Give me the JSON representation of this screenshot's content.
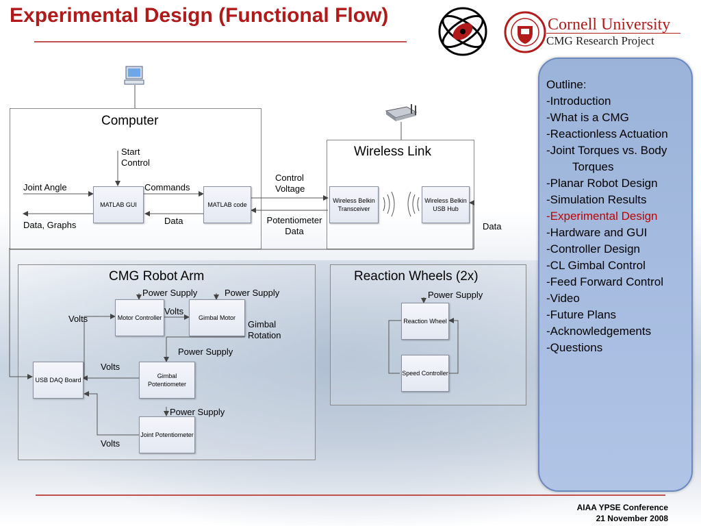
{
  "title": "Experimental Design (Functional Flow)",
  "cornell": {
    "name": "Cornell University",
    "project": "CMG Research Project"
  },
  "panels": {
    "computer": "Computer",
    "wireless": "Wireless Link",
    "robot_arm": "CMG Robot Arm",
    "reaction_wheels": "Reaction Wheels (2x)"
  },
  "boxes": {
    "matlab_gui": "MATLAB GUI",
    "matlab_code": "MATLAB code",
    "wireless_transceiver": "Wireless Belkin Transceiver",
    "wireless_hub": "Wireless Belkin USB Hub",
    "motor_controller": "Motor Controller",
    "gimbal_motor": "Gimbal Motor",
    "usb_daq": "USB DAQ Board",
    "gimbal_pot": "Gimbal Potentiometer",
    "joint_pot": "Joint Potentiometer",
    "reaction_wheel": "Reaction Wheel",
    "speed_controller": "Speed Controller"
  },
  "labels": {
    "start_control": "Start Control",
    "joint_angle": "Joint Angle",
    "commands": "Commands",
    "data_graphs": "Data, Graphs",
    "data1": "Data",
    "control_voltage": "Control Voltage",
    "potentiometer_data": "Potentiometer Data",
    "data2": "Data",
    "power_supply_motor": "Power Supply",
    "power_supply_gimbal": "Power Supply",
    "volts_motor": "Volts",
    "volts_gimbal": "Volts",
    "gimbal_rotation": "Gimbal Rotation",
    "power_supply_pot": "Power Supply",
    "volts_daq": "Volts",
    "power_supply_joint": "Power Supply",
    "volts_joint": "Volts",
    "power_supply_rw": "Power Supply"
  },
  "outline": {
    "heading": "Outline:",
    "items": [
      "-Introduction",
      "-What is a CMG",
      "-Reactionless Actuation",
      "-Joint Torques vs. Body",
      "Torques",
      "-Planar Robot Design",
      "-Simulation Results",
      "-Experimental Design",
      "-Hardware and GUI",
      "-Controller Design",
      "-CL Gimbal Control",
      "-Feed Forward Control",
      "-Video",
      "-Future Plans",
      "-Acknowledgements",
      "-Questions"
    ],
    "active_index": 7
  },
  "footer": {
    "conference": "AIAA YPSE Conference",
    "date": "21 November 2008"
  },
  "colors": {
    "title": "#b11a1a",
    "accent_line": "#c0504d",
    "outline_bg": "#a9bfe3",
    "active": "#c00000"
  }
}
